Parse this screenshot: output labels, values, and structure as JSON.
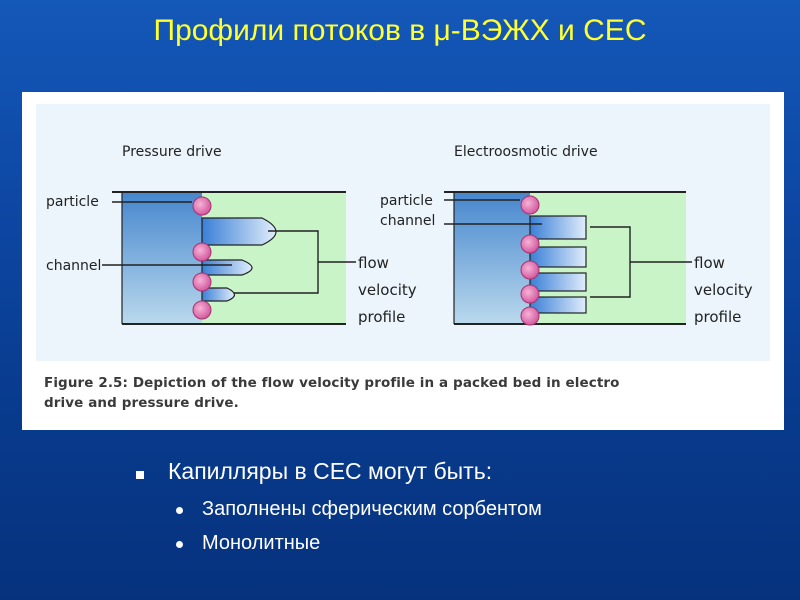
{
  "slide": {
    "title": "Профили потоков в μ-ВЭЖХ и СЕС"
  },
  "figure": {
    "left_panel": {
      "title": "Pressure drive",
      "labels": {
        "particle": "particle",
        "channel": "channel"
      },
      "profile_label": [
        "flow",
        "velocity",
        "profile"
      ]
    },
    "right_panel": {
      "title": "Electroosmotic drive",
      "labels": {
        "particle": "particle",
        "channel": "channel"
      },
      "profile_label": [
        "flow",
        "velocity",
        "profile"
      ]
    },
    "caption": [
      "Figure 2.5: Depiction of the flow velocity profile in a packed bed in electro",
      "drive and pressure drive."
    ],
    "colors": {
      "panel_bg": "#ecf4fc",
      "channel_fill": "#c8f4c8",
      "flow_fill": "#5a98e0",
      "particle": "#e070b0"
    }
  },
  "bullets": {
    "main": "Капилляры в СЕС могут быть:",
    "sub": [
      "Заполнены сферическим сорбентом",
      "Монолитные"
    ]
  }
}
